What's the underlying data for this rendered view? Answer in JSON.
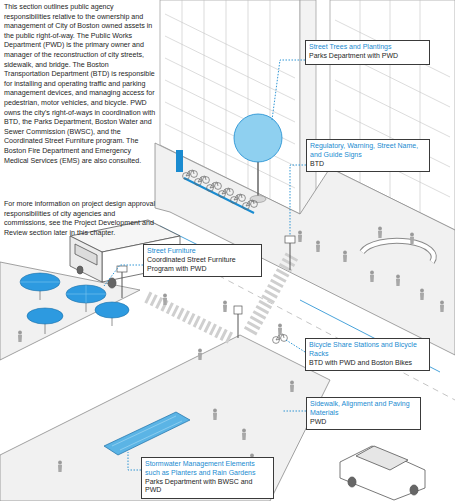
{
  "diagram": {
    "nodes": [
      {
        "text": [
          "Street Trees and Plantings",
          "Parks Department with PWD"
        ]
      },
      {
        "text": [
          "Regulatory, Warning, Street Name, and Guide Signs",
          "BTD"
        ]
      },
      {
        "text": [
          "Street Furniture",
          "Coordinated Street Furniture Program with PWD"
        ]
      },
      {
        "text": [
          "Bicycle Share Stations and Bicycle Racks",
          "BTD with PWD and Boston Bikes"
        ]
      },
      {
        "text": [
          "Sidewalk, Alignment and Paving Materials",
          "PWD"
        ]
      },
      {
        "text": [
          "Stormwater Management Elements such as Planters and Rain Gardens",
          "Parks Department with BWSC and PWD"
        ]
      }
    ],
    "labels": [
      "This section outlines public agency responsibilities relative to the ownership and management of City of Boston owned assets in the public right-of-way. The Public Works Department (PWD) is the primary owner and manager of the reconstruction of city streets, sidewalk, and bridge. The Boston Transportation Department (BTD) is responsible for installing and operating traffic and parking management devices, and managing access for pedestrian, motor vehicles, and bicycle. PWD owns the city's right-of-ways in coordination with BTD, the Parks Department, Boston Water and Sewer Commission (BWSC), and the Coordinated Street Furniture program. The Boston Fire Department and Emergency Medical Services (EMS) are also consulted.",
      "For more information on project design approval responsibilities of city agencies and commissions, see the Project Development and Review section later in this chapter."
    ]
  }
}
